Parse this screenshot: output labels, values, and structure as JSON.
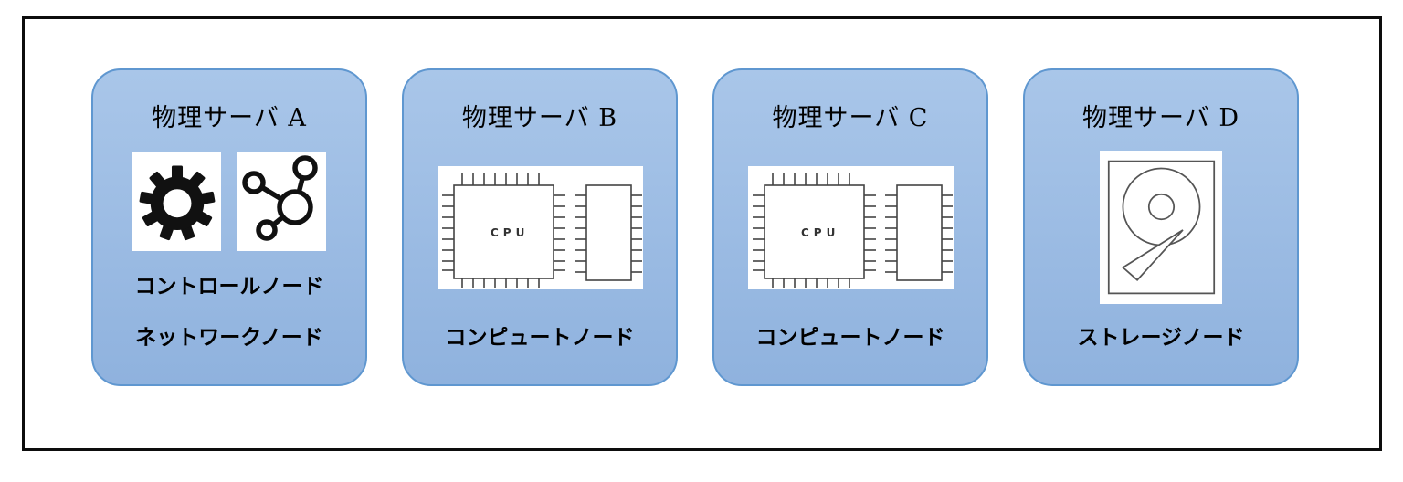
{
  "diagram": {
    "servers": [
      {
        "title": "物理サーバ A",
        "icons": [
          "gear-icon",
          "network-icon"
        ],
        "labels": [
          "コントロールノード",
          "ネットワークノード"
        ]
      },
      {
        "title": "物理サーバ B",
        "icons": [
          "cpu-icon"
        ],
        "labels": [
          "コンピュートノード"
        ]
      },
      {
        "title": "物理サーバ C",
        "icons": [
          "cpu-icon"
        ],
        "labels": [
          "コンピュートノード"
        ]
      },
      {
        "title": "物理サーバ D",
        "icons": [
          "disk-icon"
        ],
        "labels": [
          "ストレージノード"
        ]
      }
    ],
    "cpu_chip_label": "CPU"
  },
  "colors": {
    "card-fill-top": "#a9c6e9",
    "card-fill-bottom": "#8fb2de",
    "card-border": "#5f97d0",
    "outer-border": "#0d0d0d",
    "icon-line": "#555555",
    "text": "#000000"
  }
}
